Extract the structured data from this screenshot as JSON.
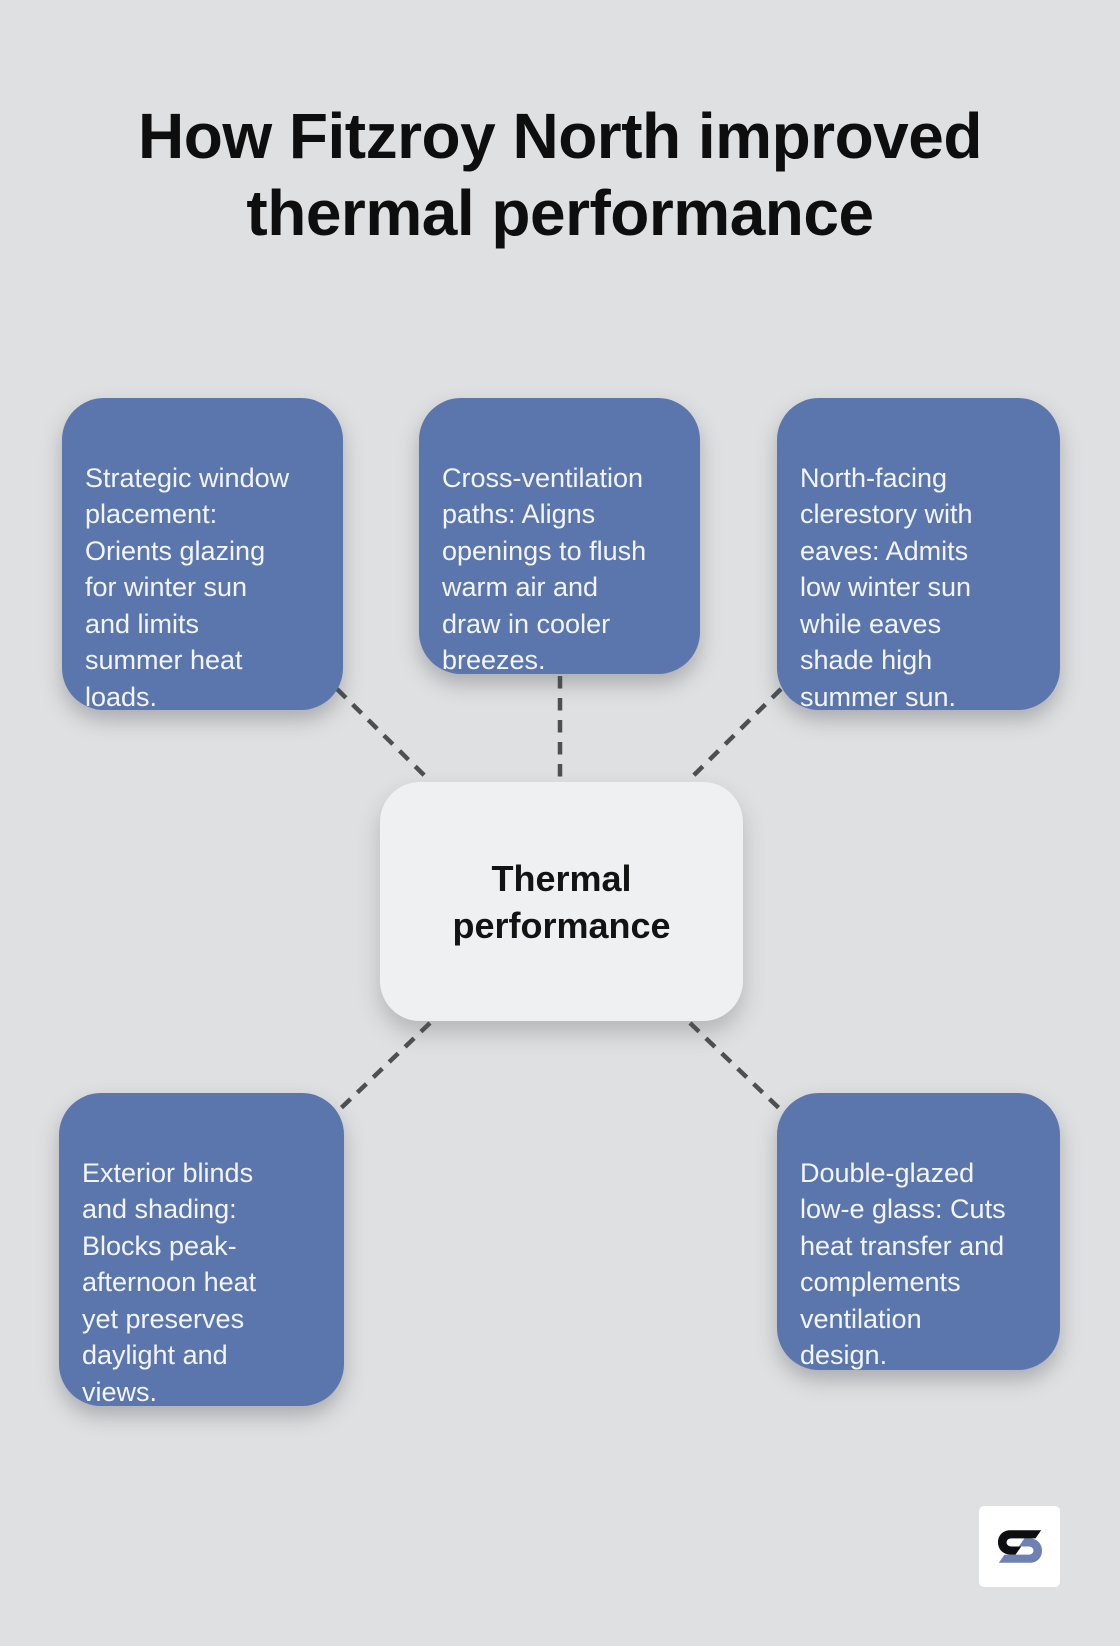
{
  "title": "How Fitzroy North improved\nthermal performance",
  "center": {
    "label": "Thermal\nperformance"
  },
  "cards": [
    {
      "id": "strategic-window-placement",
      "text": "Strategic window\nplacement:\nOrients glazing\nfor winter sun\nand limits\nsummer heat\nloads."
    },
    {
      "id": "cross-ventilation-paths",
      "text": "Cross-ventilation\npaths: Aligns\nopenings to flush\nwarm air and\ndraw in cooler\nbreezes."
    },
    {
      "id": "north-facing-clerestory",
      "text": "North-facing\nclerestory with\neaves: Admits\nlow winter sun\nwhile eaves\nshade high\nsummer sun."
    },
    {
      "id": "exterior-blinds-shading",
      "text": "Exterior blinds\nand shading:\nBlocks peak-\nafternoon heat\nyet preserves\ndaylight and\nviews."
    },
    {
      "id": "double-glazed-low-e-glass",
      "text": "Double-glazed\nlow-e glass: Cuts\nheat transfer and\ncomplements\nventilation\ndesign."
    }
  ],
  "icons": {
    "logo": "s-monogram-icon"
  },
  "colors": {
    "background": "#dfe0e1",
    "card_bg": "#5b76ac",
    "card_text": "#f3f5f9",
    "center_bg": "#eef0f2",
    "title_text": "#0e0e0e",
    "connector": "#4d5052",
    "logo_black": "#0d0d12",
    "logo_blue": "#6e80b4",
    "logo_bg": "#ffffff"
  }
}
